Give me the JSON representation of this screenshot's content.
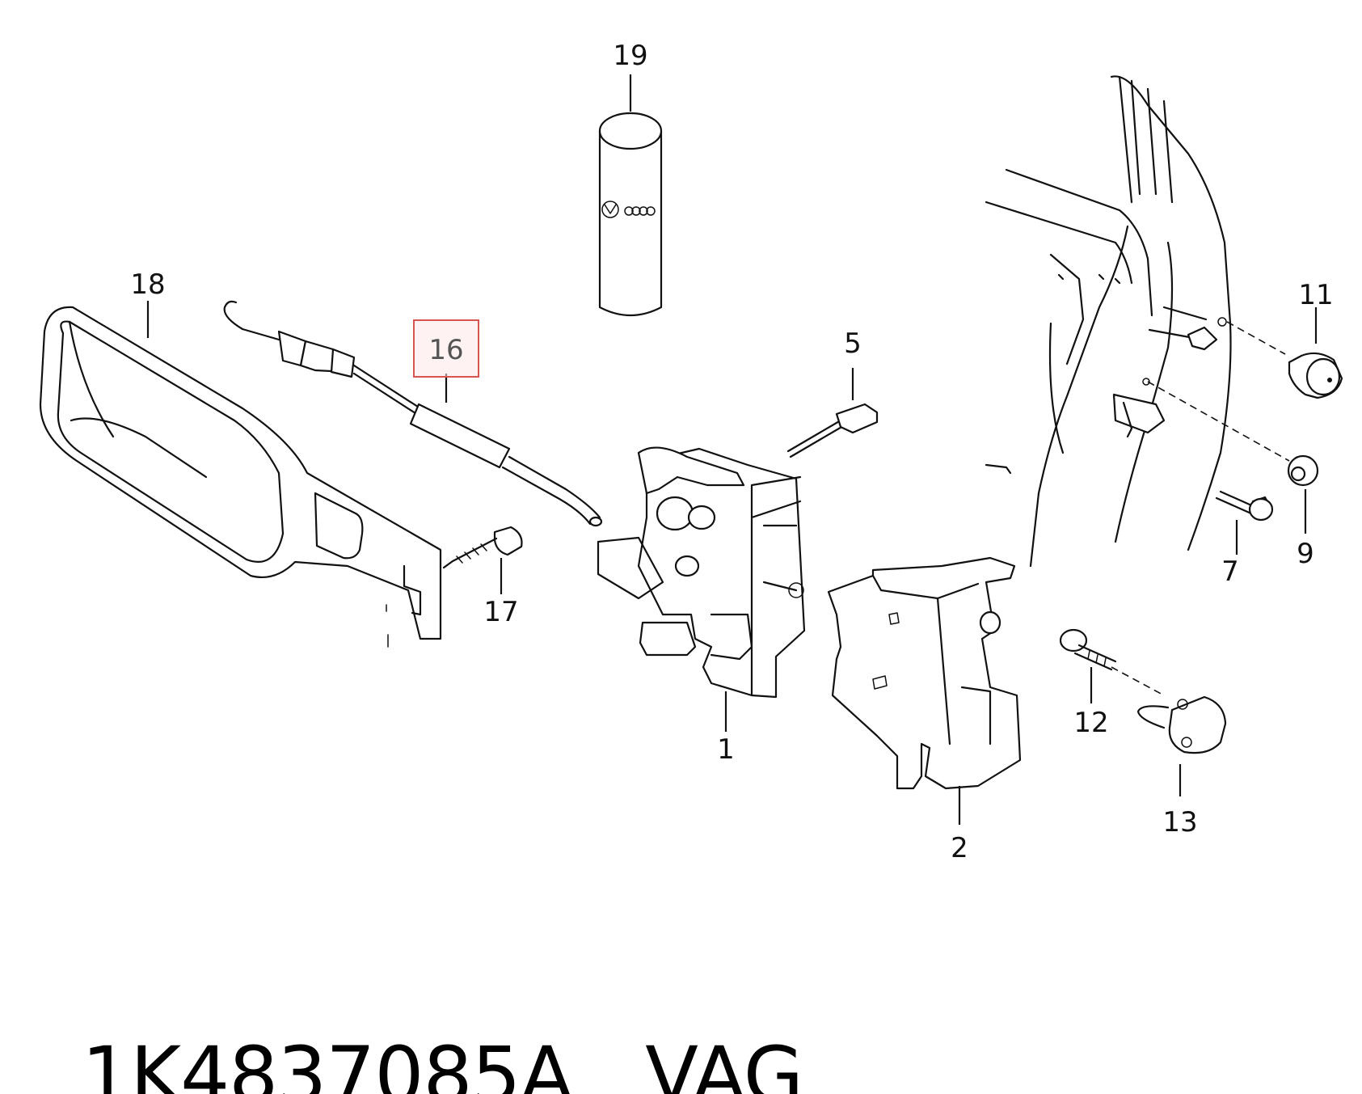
{
  "diagram": {
    "callouts": [
      {
        "id": "1",
        "text": "1"
      },
      {
        "id": "2",
        "text": "2"
      },
      {
        "id": "5",
        "text": "5"
      },
      {
        "id": "7",
        "text": "7"
      },
      {
        "id": "9",
        "text": "9"
      },
      {
        "id": "11",
        "text": "11"
      },
      {
        "id": "12",
        "text": "12"
      },
      {
        "id": "13",
        "text": "13"
      },
      {
        "id": "16",
        "text": "16",
        "highlighted": true
      },
      {
        "id": "17",
        "text": "17"
      },
      {
        "id": "18",
        "text": "18"
      },
      {
        "id": "19",
        "text": "19"
      }
    ],
    "highlight_color": "#d9534f"
  },
  "footer": {
    "part_number": "1K4837085A",
    "brand": "VAG"
  }
}
